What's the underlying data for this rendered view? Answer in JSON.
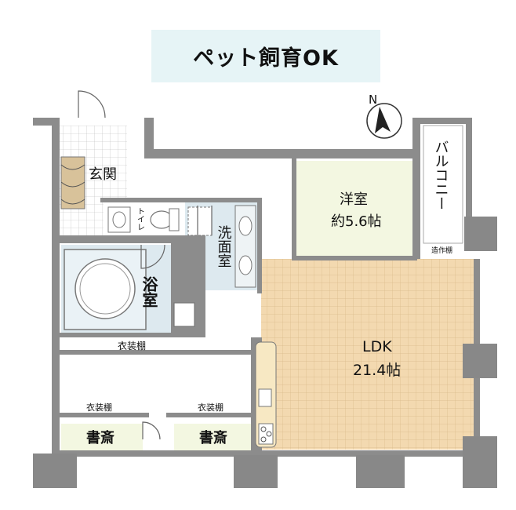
{
  "badge": {
    "text": "ペット飼育OK"
  },
  "compass": {
    "letter": "N"
  },
  "rooms": {
    "entrance": "玄関",
    "toilet": "トイレ",
    "washroom": "洗面室",
    "bath": "浴室",
    "western_room": "洋室",
    "western_room_size": "約5.6帖",
    "balcony": "バルコニー",
    "built_in_shelf": "造作棚",
    "ldk": "LDK",
    "ldk_size": "21.4帖",
    "closet_main": "衣装棚",
    "closet_left": "衣装棚",
    "closet_right": "衣装棚",
    "study_left": "書斎",
    "study_right": "書斎"
  },
  "colors": {
    "wall": "#8c8c8c",
    "ldk_floor": "#f3d9b0",
    "western_floor": "#f3f7e1",
    "wet_area": "#dde9ef",
    "study_floor": "#f3f7e1"
  }
}
